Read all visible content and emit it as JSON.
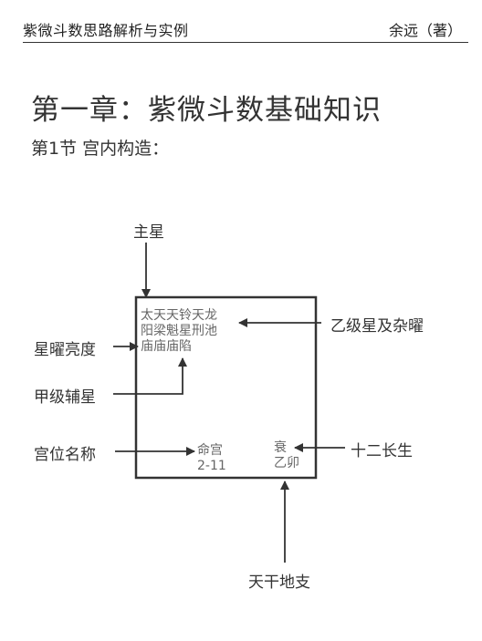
{
  "header": {
    "book_title": "紫微斗数思路解析与实例",
    "author": "余远（著）"
  },
  "chapter_title": "第一章：紫微斗数基础知识",
  "section_title": "第1节  宫内构造：",
  "labels": {
    "main_star": "主星",
    "star_brightness": "星曜亮度",
    "grade_a_aux": "甲级辅星",
    "palace_name": "宫位名称",
    "grade_b_misc": "乙级星及杂曜",
    "twelve_stages": "十二长生",
    "stem_branch": "天干地支"
  },
  "palace": {
    "stars_row1": "太天天铃天龙",
    "stars_row2": "阳梁魁星刑池",
    "brightness_row": "庙庙庙陷",
    "name": "命宫",
    "age_range": "2-11",
    "stage": "衰",
    "ganzhi": "乙卯"
  }
}
